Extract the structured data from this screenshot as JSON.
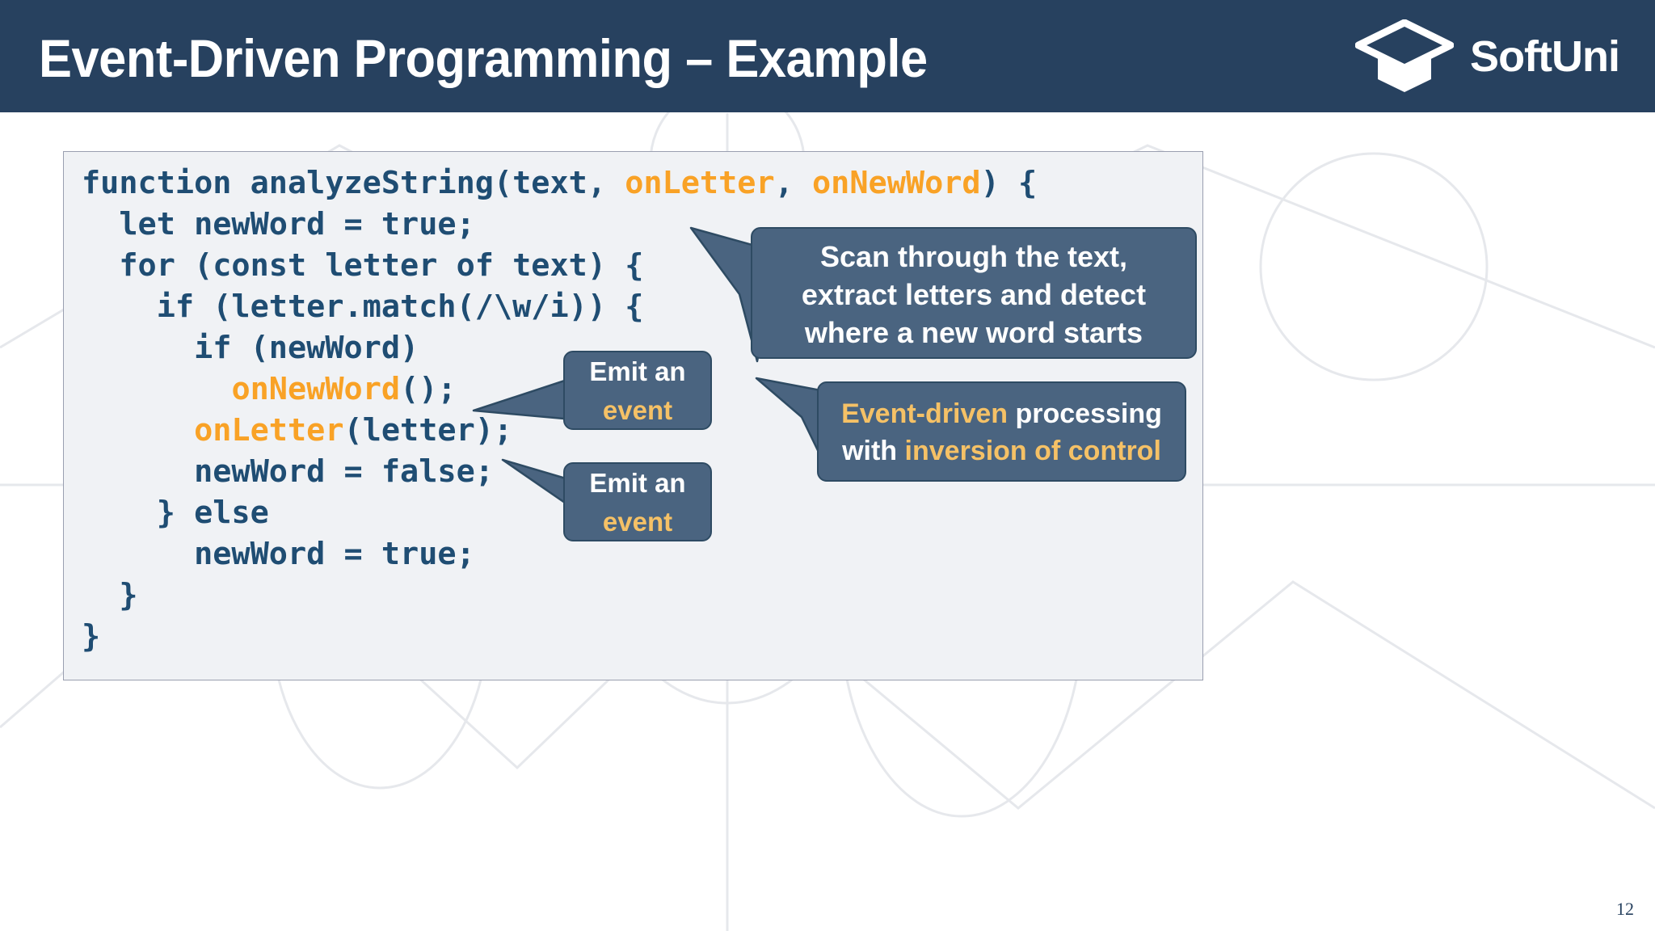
{
  "header": {
    "title": "Event-Driven Programming – Example",
    "logo_text": "SoftUni",
    "logo_icon": "graduation-cap-icon",
    "bar_color": "#27415F"
  },
  "code_panel": {
    "background": "#F0F2F5",
    "border_color": "#9A9FB0",
    "text_color": "#1F4D73",
    "highlight_color": "#F9A226",
    "language": "javascript",
    "lines": [
      [
        {
          "t": "function analyzeString(text, ",
          "h": false
        },
        {
          "t": "onLetter",
          "h": true
        },
        {
          "t": ", ",
          "h": false
        },
        {
          "t": "onNewWord",
          "h": true
        },
        {
          "t": ") {",
          "h": false
        }
      ],
      [
        {
          "t": "  let newWord = true;",
          "h": false
        }
      ],
      [
        {
          "t": "  for (const letter of text) {",
          "h": false
        }
      ],
      [
        {
          "t": "    if (letter.match(/\\w/i)) {",
          "h": false
        }
      ],
      [
        {
          "t": "      if (newWord)",
          "h": false
        }
      ],
      [
        {
          "t": "        ",
          "h": false
        },
        {
          "t": "onNewWord",
          "h": true
        },
        {
          "t": "();",
          "h": false
        }
      ],
      [
        {
          "t": "      ",
          "h": false
        },
        {
          "t": "onLetter",
          "h": true
        },
        {
          "t": "(letter);",
          "h": false
        }
      ],
      [
        {
          "t": "      newWord = false;",
          "h": false
        }
      ],
      [
        {
          "t": "    } else",
          "h": false
        }
      ],
      [
        {
          "t": "      newWord = true;",
          "h": false
        }
      ],
      [
        {
          "t": "  }",
          "h": false
        }
      ],
      [
        {
          "t": "}",
          "h": false
        }
      ]
    ]
  },
  "callouts": {
    "fill_color": "#4A6480",
    "border_color": "#2E4B63",
    "amber_color": "#F5C166",
    "scan": {
      "name": "scan-through-text-callout",
      "lines": [
        [
          {
            "t": "Scan through the text,",
            "a": false
          }
        ],
        [
          {
            "t": "extract letters and detect",
            "a": false
          }
        ],
        [
          {
            "t": "where a new word starts",
            "a": false
          }
        ]
      ]
    },
    "emit1": {
      "name": "emit-an-event-callout-1",
      "lines": [
        [
          {
            "t": "Emit an",
            "a": false
          }
        ],
        [
          {
            "t": "event",
            "a": true
          }
        ]
      ]
    },
    "emit2": {
      "name": "emit-an-event-callout-2",
      "lines": [
        [
          {
            "t": "Emit an",
            "a": false
          }
        ],
        [
          {
            "t": "event",
            "a": true
          }
        ]
      ]
    },
    "event_driven": {
      "name": "event-driven-processing-callout",
      "lines": [
        [
          {
            "t": "Event-driven",
            "a": true
          },
          {
            "t": " processing",
            "a": false
          }
        ],
        [
          {
            "t": "with ",
            "a": false
          },
          {
            "t": "inversion of control",
            "a": true
          }
        ]
      ]
    }
  },
  "footer": {
    "page_number": "12"
  }
}
